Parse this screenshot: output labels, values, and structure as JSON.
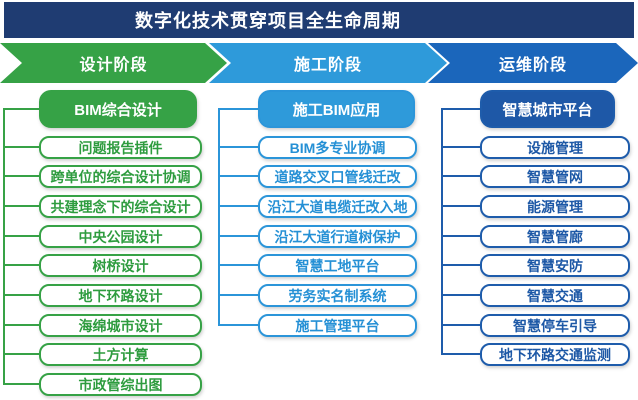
{
  "banner": {
    "title": "数字化技术贯穿项目全生命周期",
    "bg_color": "#1f3c72"
  },
  "phases": [
    {
      "label": "设计阶段",
      "color": "#36a246"
    },
    {
      "label": "施工阶段",
      "color": "#2e9ada"
    },
    {
      "label": "运维阶段",
      "color": "#1b66bb"
    }
  ],
  "columns": [
    {
      "header": "BIM综合设计",
      "color": "#36a246",
      "items": [
        "问题报告插件",
        "跨单位的综合设计协调",
        "共建理念下的综合设计",
        "中央公园设计",
        "树桥设计",
        "地下环路设计",
        "海绵城市设计",
        "土方计算",
        "市政管综出图"
      ]
    },
    {
      "header": "施工BIM应用",
      "color": "#2e9ada",
      "items": [
        "BIM多专业协调",
        "道路交叉口管线迁改",
        "沿江大道电缆迁改入地",
        "沿江大道行道树保护",
        "智慧工地平台",
        "劳务实名制系统",
        "施工管理平台"
      ]
    },
    {
      "header": "智慧城市平台",
      "color": "#1e58a7",
      "items": [
        "设施管理",
        "智慧管网",
        "能源管理",
        "智慧管廊",
        "智慧安防",
        "智慧交通",
        "智慧停车引导",
        "地下环路交通监测"
      ]
    }
  ]
}
